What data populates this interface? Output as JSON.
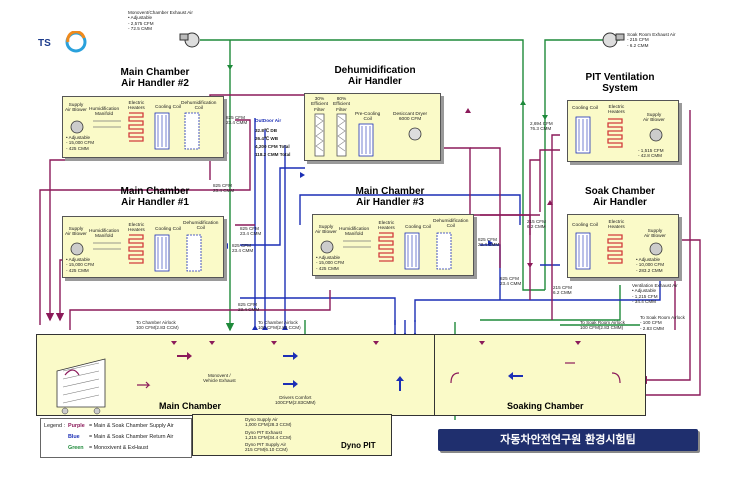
{
  "logo": {
    "text": "TS"
  },
  "banner": {
    "text": "자동차안전연구원 환경시험팀"
  },
  "colors": {
    "purple": "#8b1a5a",
    "blue": "#1c2fb5",
    "green": "#1e8a3a",
    "box_fill": "#fafac8",
    "banner": "#1f2f6e",
    "heater": "#d23c3c"
  },
  "titles": {
    "ah2": "Main Chamber\nAir Handler #2",
    "ah1": "Main Chamber\nAir Handler #1",
    "ah3": "Main Chamber\nAir Handler #3",
    "dehum": "Dehumidification\nAir Handler",
    "pit": "PIT Ventilation\nSystem",
    "soak": "Soak Chamber\nAir Handler"
  },
  "components": {
    "supply_blower": "Supply\nAir Blower",
    "humid_manifold": "Humidification\nManifold",
    "electric_heaters": "Electric\nHeaters",
    "cooling_coil": "Cooling Coil",
    "dehum_coil": "Dehumidification\nCoil",
    "filter30": "30%\nEfficient\nFilter",
    "filter80": "80%\nEfficient\nFilter",
    "precooling": "Pre-Cooling\nCoil",
    "desiccant": "Desiccant Dryer\n6000 CFM"
  },
  "specs": {
    "ah2": "• Adjustable\n- 15,000 CFM\n- 425 CMM",
    "ah1": "• Adjustable\n- 15,000 CFM\n- 425 CMM",
    "ah3": "• Adjustable\n- 15,000 CFM\n- 425 CMM",
    "pit": "- 1,515 CFM\n- 42.8 CMM",
    "soak": "• Adjustable\n- 10,000 CFM\n- 283.2 CMM",
    "main_exhaust": "Monovent/Chamber Exhaust Air\n• Adjustable\n- 2,575 CFM\n- 72.5 CMM",
    "soak_exhaust": "Soak Room Exhaust Air\n- 215 CFM\n- 6.2 CMM",
    "vent_exhaust": "Ventilation Exhaust Air\n• Adjustable\n- 1,215 CFM\n- 34.4 CMM",
    "soak_airlock": "To Soak Room Airlock\n- 100 CFM\n- 2.83 CMM"
  },
  "outdoor": {
    "title": "OutDoor Air",
    "rows": [
      "32.8℃ DB",
      "26.4℃ WB",
      "4,200 CFM Total",
      "118.2 CMM Total"
    ]
  },
  "flows": {
    "f1": "825 CFM\n23.4 CMM",
    "f2": "825 CFM\n23.4 CMM",
    "f3": "825 CFM\n23.4 CMM",
    "f4": "825 CFM\n23.4 CMM",
    "f5": "825 CFM\n23.4 CMM",
    "f6": "2,694 CFM\n76.3 CMM",
    "f7": "215 CFM\n6.2 CMM",
    "f8": "215 CFM\n6.2 CMM",
    "f9": "825 CFM\n23.4 CMM",
    "f10": "825 CFM\n23.4 CMM"
  },
  "airlocks": {
    "main": "To Chamber Airlock\n100 CFM(2.83 CCM)",
    "main2": "To Chamber Airlock\n100 CFM(2.83 CCM)",
    "soak": "To Soak Room Airlock\n100 CFM(2.83 CMM)"
  },
  "chamber": {
    "main": "Main Chamber",
    "soak": "Soaking Chamber",
    "pit": "Dyno PIT",
    "monovent": "Monovent /\nVehicle Exhaust",
    "driver_comfort": "Drivers Comfort\n100CFM(2.83CMM)"
  },
  "dyno": {
    "supply": "Dyno Supply Air\n1,000 CFM(28.3 CCM)",
    "exhaust": "Dyno PIT Exhaust\n1,215 CFM(34.4 CCM)",
    "supply2": "Dyno PIT Supply Air\n215 CFM(6.10 CCM)"
  },
  "legend": {
    "title": "Legend :",
    "purple_word": "Purple",
    "purple_desc": "= Main & Soak Chamber Supply Air",
    "blue_word": "Blue",
    "blue_desc": "= Main & Soak Chamber Return Air",
    "green_word": "Green",
    "green_desc": "= Monoxivent & ExHaust"
  }
}
